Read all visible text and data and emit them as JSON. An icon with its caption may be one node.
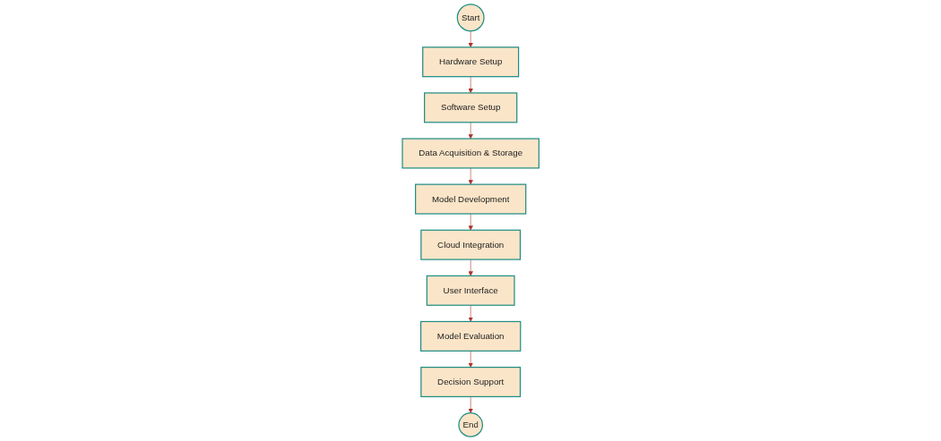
{
  "diagram": {
    "nodes": [
      {
        "text": [
          "Start"
        ]
      },
      {
        "text": [
          "Hardware Setup"
        ]
      },
      {
        "text": [
          "Software Setup"
        ]
      },
      {
        "text": [
          "Data Acquisition & Storage"
        ]
      },
      {
        "text": [
          "Model Development"
        ]
      },
      {
        "text": [
          "Cloud Integration"
        ]
      },
      {
        "text": [
          "User Interface"
        ]
      },
      {
        "text": [
          "Model Evaluation"
        ]
      },
      {
        "text": [
          "Decision Support"
        ]
      },
      {
        "text": [
          "End"
        ]
      }
    ],
    "edges": [
      {
        "from": 0,
        "to": 1,
        "arrow": "to"
      },
      {
        "from": 1,
        "to": 2,
        "arrow": "to"
      },
      {
        "from": 2,
        "to": 3,
        "arrow": "to"
      },
      {
        "from": 3,
        "to": 4,
        "arrow": "to"
      },
      {
        "from": 4,
        "to": 5,
        "arrow": "to"
      },
      {
        "from": 5,
        "to": 6,
        "arrow": "to"
      },
      {
        "from": 6,
        "to": 7,
        "arrow": "to"
      },
      {
        "from": 7,
        "to": 8,
        "arrow": "to"
      },
      {
        "from": 8,
        "to": 9,
        "arrow": "to"
      }
    ]
  }
}
